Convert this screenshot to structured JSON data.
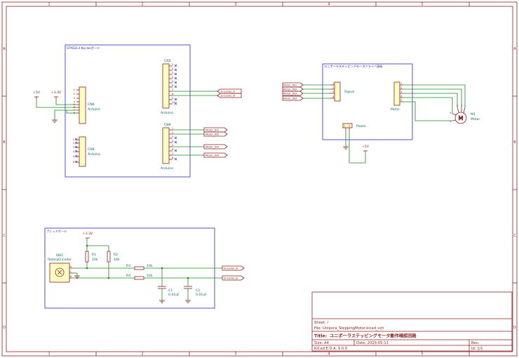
{
  "frame": {
    "cols": [
      "1",
      "2",
      "3",
      "4",
      "5"
    ],
    "rows": [
      "A",
      "B",
      "C",
      "D"
    ]
  },
  "nucleo": {
    "title": "STM32L4 Nucleoボード",
    "cn6": {
      "ref": "CN6",
      "value": "Arduino"
    },
    "cn8": {
      "ref": "CN8",
      "value": "Arduino"
    },
    "cn5": {
      "ref": "CN5",
      "value": "Arduino",
      "pins": [
        "1",
        "2",
        "3",
        "4",
        "5",
        "6",
        "7",
        "8",
        "9",
        "10"
      ]
    },
    "cn9": {
      "ref": "CN9",
      "value": "Arduino",
      "pins": [
        "1",
        "2",
        "3",
        "4",
        "5",
        "6",
        "7",
        "8"
      ]
    },
    "cn6_pins": [
      "1",
      "2",
      "3",
      "4",
      "5",
      "6",
      "7",
      "8"
    ],
    "cn8_pins": [
      "1",
      "2",
      "3",
      "4",
      "5",
      "6"
    ],
    "power": {
      "v5": "+5V",
      "v33": "+3.3V"
    },
    "labels": {
      "encoder_a": "Encoder_A",
      "encoder_b": "Encoder_B",
      "motor_in1": "Motor_IN1",
      "motor_in2": "Motor_IN2",
      "motor_in3": "Motor_IN3",
      "motor_in4": "Motor_IN4"
    }
  },
  "driver": {
    "title": "ユニポーラステッピングモータドライバ基板",
    "signal": "Signal",
    "motor": "Motor",
    "power": "Power",
    "labels": [
      "Motor_IN1",
      "Motor_IN2",
      "Motor_IN3",
      "Motor_IN4"
    ],
    "v5": "+5V",
    "signal_pins": [
      "1",
      "2",
      "3",
      "4"
    ],
    "motor_pins": [
      "1",
      "2",
      "3",
      "4",
      "5"
    ],
    "power_pins": [
      "1",
      "2"
    ]
  },
  "motor": {
    "ref": "M1",
    "value": "Motor",
    "symbol": "M",
    "pins": [
      "1",
      "2",
      "3",
      "4",
      "5"
    ]
  },
  "breadboard": {
    "title": "ブレッドボード",
    "sw1_ref": "SW1",
    "sw1_value": "RotaryEncoder",
    "sw_pins": [
      "A",
      "C",
      "B"
    ],
    "r1": {
      "ref": "R1",
      "value": "10k"
    },
    "r2": {
      "ref": "R2",
      "value": "10k"
    },
    "r3": {
      "ref": "R3",
      "value": "10k"
    },
    "r4": {
      "ref": "R4",
      "value": "10k"
    },
    "c1": {
      "ref": "C1",
      "value": "0.01uF"
    },
    "c2": {
      "ref": "C2",
      "value": "0.01uF"
    },
    "v33": "+3.3V",
    "labels": {
      "encoder_a": "Encoder_A",
      "encoder_b": "Encoder_B"
    }
  },
  "title_block": {
    "sheet": "Sheet: /",
    "file": "File: Unipora_SteppingMotor.kicad_sch",
    "title_label": "Title:",
    "title": "ユニポーラステッピングモータ動作確認回路",
    "size": "Size: A4",
    "date": "Date: 2025-05-11",
    "rev": "Rev:",
    "tool": "KiCad E.D.A. 9.0.0",
    "id": "Id: 1/1"
  }
}
